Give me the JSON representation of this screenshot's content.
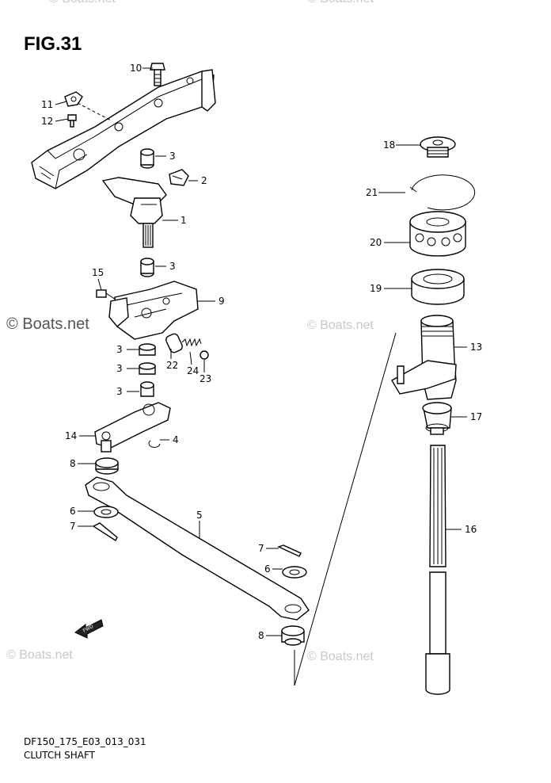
{
  "figure": {
    "title": "FIG.31",
    "code": "DF150_175_E03_013_031",
    "name": "CLUTCH SHAFT",
    "fwd_label": "FWD"
  },
  "watermarks": [
    "© Boats.net",
    "© Boats.net",
    "© Boats.net",
    "© Boats.net",
    "© Boats.net",
    "© Boats.net"
  ],
  "callouts": [
    {
      "id": "c10",
      "label": "10"
    },
    {
      "id": "c11",
      "label": "11"
    },
    {
      "id": "c12",
      "label": "12"
    },
    {
      "id": "c3a",
      "label": "3"
    },
    {
      "id": "c2",
      "label": "2"
    },
    {
      "id": "c1",
      "label": "1"
    },
    {
      "id": "c3b",
      "label": "3"
    },
    {
      "id": "c15",
      "label": "15"
    },
    {
      "id": "c9",
      "label": "9"
    },
    {
      "id": "c3c",
      "label": "3"
    },
    {
      "id": "c3d",
      "label": "3"
    },
    {
      "id": "c3e",
      "label": "3"
    },
    {
      "id": "c22",
      "label": "22"
    },
    {
      "id": "c24",
      "label": "24"
    },
    {
      "id": "c23",
      "label": "23"
    },
    {
      "id": "c14",
      "label": "14"
    },
    {
      "id": "c4",
      "label": "4"
    },
    {
      "id": "c8a",
      "label": "8"
    },
    {
      "id": "c6a",
      "label": "6"
    },
    {
      "id": "c7a",
      "label": "7"
    },
    {
      "id": "c5",
      "label": "5"
    },
    {
      "id": "c7b",
      "label": "7"
    },
    {
      "id": "c6b",
      "label": "6"
    },
    {
      "id": "c8b",
      "label": "8"
    },
    {
      "id": "c18",
      "label": "18"
    },
    {
      "id": "c21",
      "label": "21"
    },
    {
      "id": "c20",
      "label": "20"
    },
    {
      "id": "c19",
      "label": "19"
    },
    {
      "id": "c13",
      "label": "13"
    },
    {
      "id": "c17",
      "label": "17"
    },
    {
      "id": "c16",
      "label": "16"
    }
  ]
}
